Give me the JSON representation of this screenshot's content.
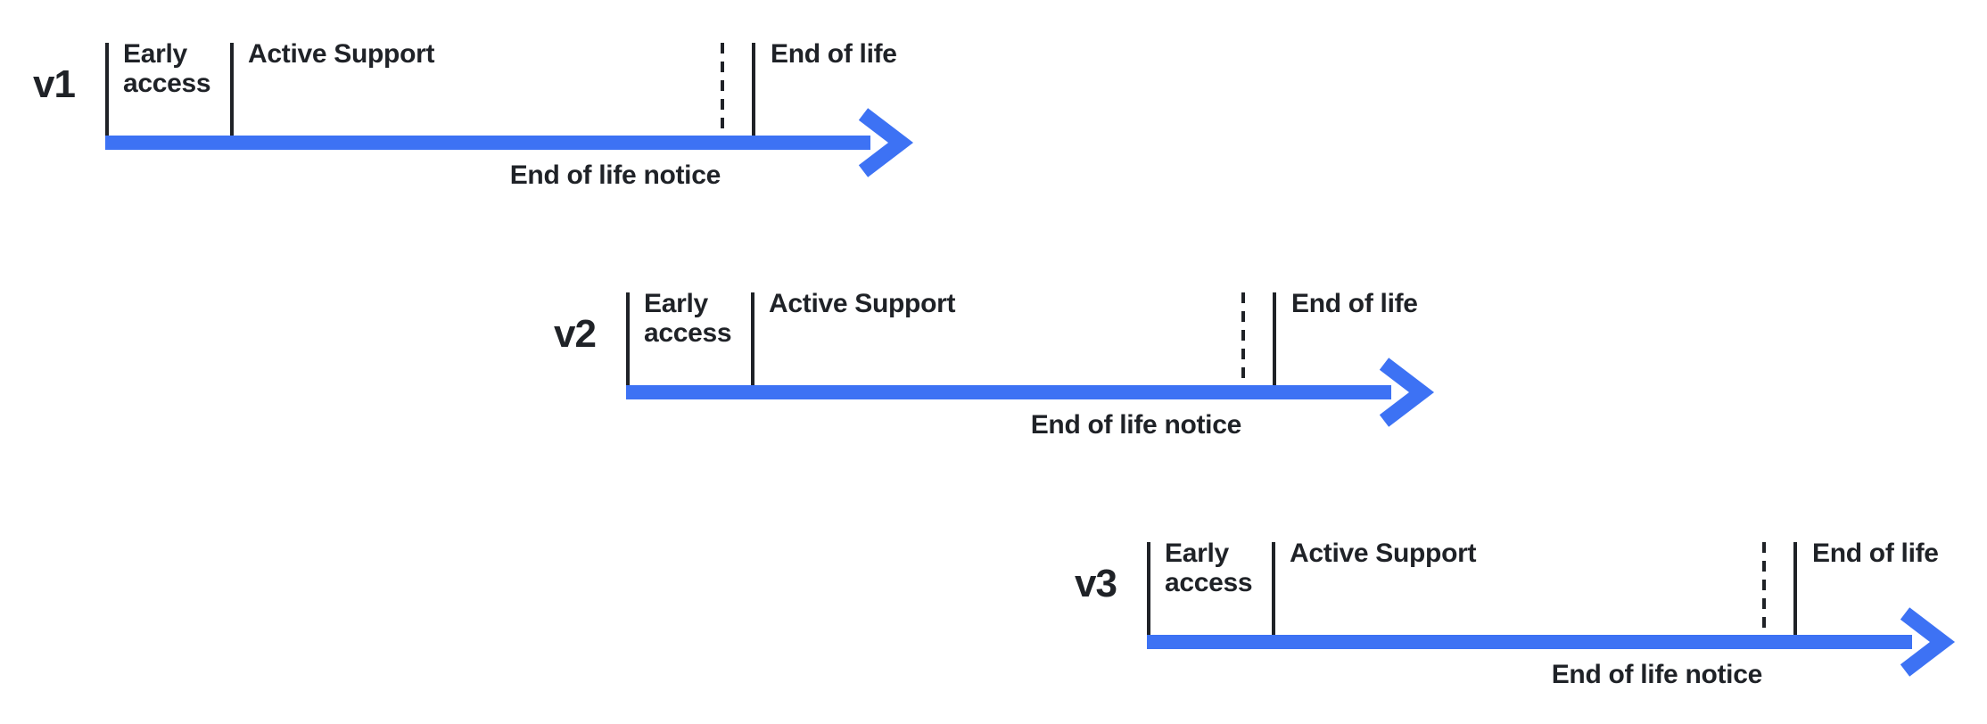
{
  "colors": {
    "arrow_blue": "#3D72F4",
    "text_dark": "#1F2227"
  },
  "rows": [
    {
      "version": "v1",
      "phase_early": "Early access",
      "phase_active": "Active Support",
      "phase_eol": "End of life",
      "notice": "End of life notice"
    },
    {
      "version": "v2",
      "phase_early": "Early access",
      "phase_active": "Active Support",
      "phase_eol": "End of life",
      "notice": "End of life notice"
    },
    {
      "version": "v3",
      "phase_early": "Early access",
      "phase_active": "Active Support",
      "phase_eol": "End of life",
      "notice": "End of life notice"
    }
  ]
}
